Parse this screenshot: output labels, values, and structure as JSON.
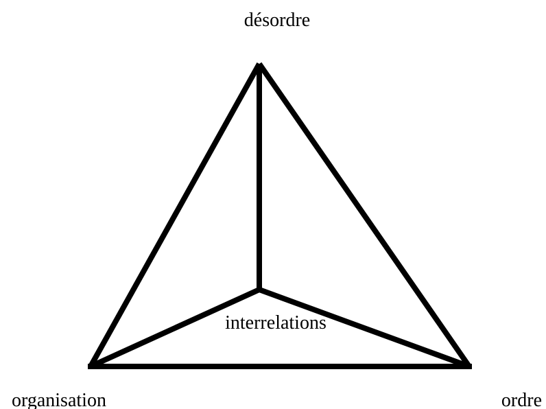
{
  "diagram": {
    "type": "triangle-pyramid",
    "line_color": "#000000",
    "background": "#ffffff",
    "nodes": {
      "top": {
        "label": "désordre"
      },
      "bottom_left": {
        "label": "organisation"
      },
      "bottom_right": {
        "label": "ordre"
      },
      "center": {
        "label": "interrelations"
      }
    }
  }
}
